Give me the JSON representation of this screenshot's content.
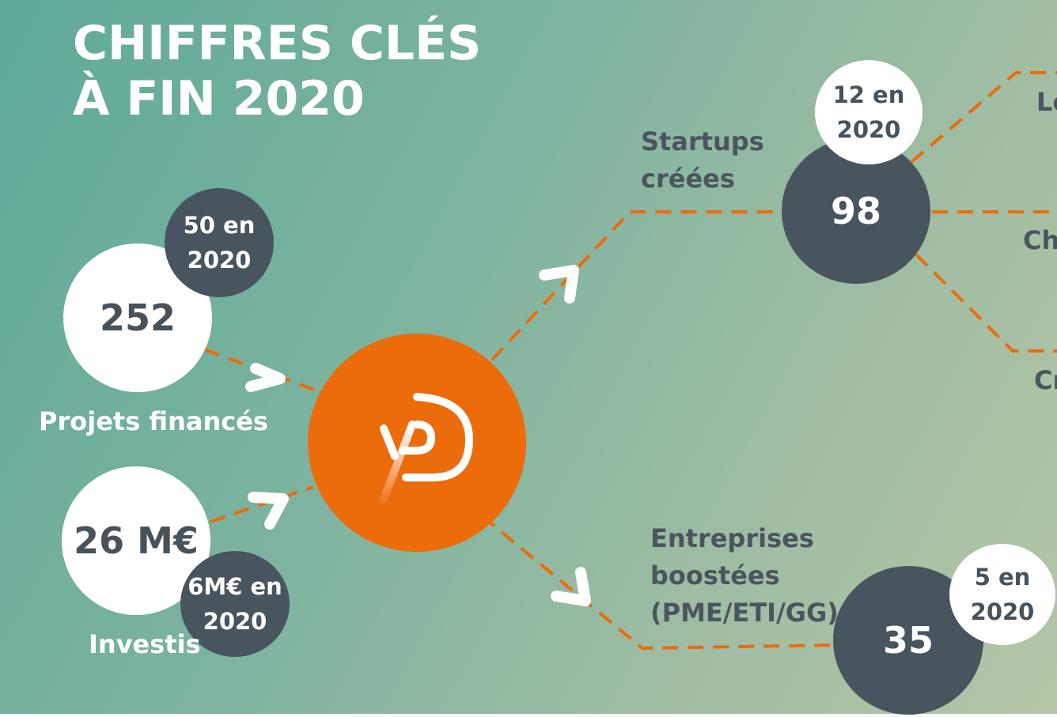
{
  "title": {
    "line1": "CHIFFRES CLÉS",
    "line2": "À FIN 2020"
  },
  "projects": {
    "value": "252",
    "year_badge": "50 en\n2020",
    "label": "Projets financés"
  },
  "invested": {
    "value": "26 M€",
    "year_badge": "6M€ en\n2020",
    "label": "Investis"
  },
  "startups": {
    "label": "Startups\ncréées",
    "value": "98",
    "year_badge": "12 en\n2020"
  },
  "companies": {
    "label": "Entreprises\nboostées\n(PME/ETI/GG)",
    "value": "35",
    "year_badge": "5 en\n2020"
  },
  "right_edge_labels": [
    "Le",
    "Ch",
    "Cr"
  ],
  "colors": {
    "orange": "#ec6b0b",
    "dark": "#48545e",
    "white": "#ffffff",
    "bg_start": "#5fa99a",
    "bg_end": "#b6c6a6"
  },
  "hub_icon": "logo-icon"
}
